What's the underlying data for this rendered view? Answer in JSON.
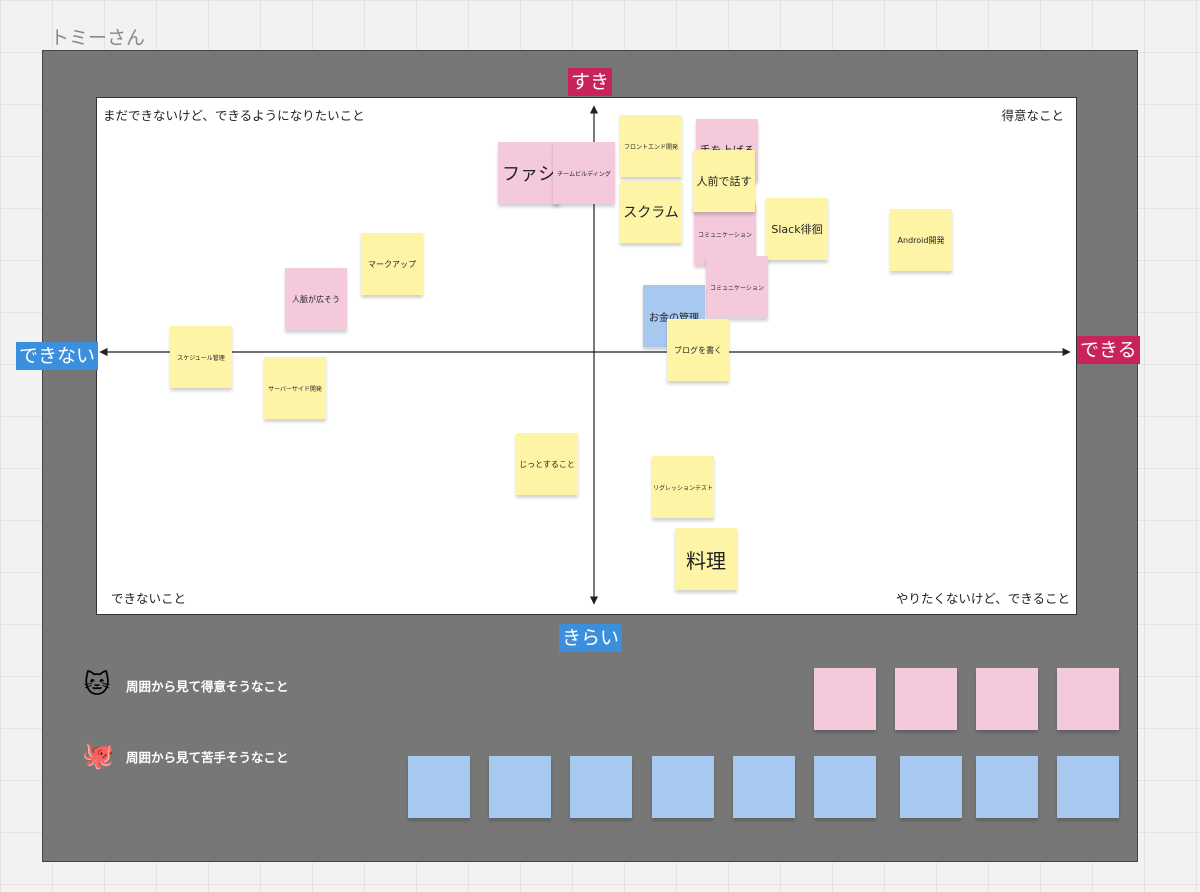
{
  "board": {
    "title": "トミーさん"
  },
  "matrix": {
    "axis": {
      "top": "すき",
      "bottom": "きらい",
      "left": "できない",
      "right": "できる"
    },
    "quadrants": {
      "top_left": "まだできないけど、できるようになりたいこと",
      "top_right": "得意なこと",
      "bottom_left": "できないこと",
      "bottom_right": "やりたくないけど、できること"
    },
    "notes": [
      {
        "id": "fashion",
        "text": "ファシ",
        "color": "pink"
      },
      {
        "id": "teambuilding",
        "text": "チームビルディング",
        "color": "pink"
      },
      {
        "id": "frontend",
        "text": "フロントエンド開発",
        "color": "yellow"
      },
      {
        "id": "raise-hand",
        "text": "手を上げる",
        "color": "pink"
      },
      {
        "id": "public-speaking",
        "text": "人前で話す",
        "color": "yellow"
      },
      {
        "id": "scrum",
        "text": "スクラム",
        "color": "yellow"
      },
      {
        "id": "communication-1",
        "text": "コミュニケーション",
        "color": "pink"
      },
      {
        "id": "slack",
        "text": "Slack徘徊",
        "color": "yellow"
      },
      {
        "id": "android",
        "text": "Android開発",
        "color": "yellow"
      },
      {
        "id": "communication-2",
        "text": "コミュニケーション",
        "color": "pink"
      },
      {
        "id": "markup",
        "text": "マークアップ",
        "color": "yellow"
      },
      {
        "id": "network",
        "text": "人脈が広そう",
        "color": "pink"
      },
      {
        "id": "money",
        "text": "お金の管理",
        "color": "blue"
      },
      {
        "id": "blog",
        "text": "ブログを書く",
        "color": "yellow"
      },
      {
        "id": "schedule",
        "text": "スケジュール管理",
        "color": "yellow"
      },
      {
        "id": "server",
        "text": "サーバーサイド開発",
        "color": "yellow"
      },
      {
        "id": "sit-still",
        "text": "じっとすること",
        "color": "yellow"
      },
      {
        "id": "regression",
        "text": "リグレッションテスト",
        "color": "yellow"
      },
      {
        "id": "cooking",
        "text": "料理",
        "color": "yellow"
      }
    ]
  },
  "legend": [
    {
      "icon": "cat-face-icon",
      "glyph": "🐱",
      "text": "周囲から見て得意そうなこと",
      "note_color": "pink",
      "empty_notes": 4
    },
    {
      "icon": "octopus-icon",
      "glyph": "🐙",
      "text": "周囲から見て苦手そうなこと",
      "note_color": "blue",
      "empty_notes": 9
    }
  ],
  "colors": {
    "frame": "#777777",
    "axis_positive": "#c8235d",
    "axis_negative": "#3b8fdc",
    "note_yellow": "#fdf5a5",
    "note_pink": "#f4c9db",
    "note_blue": "#a7c8ef"
  }
}
